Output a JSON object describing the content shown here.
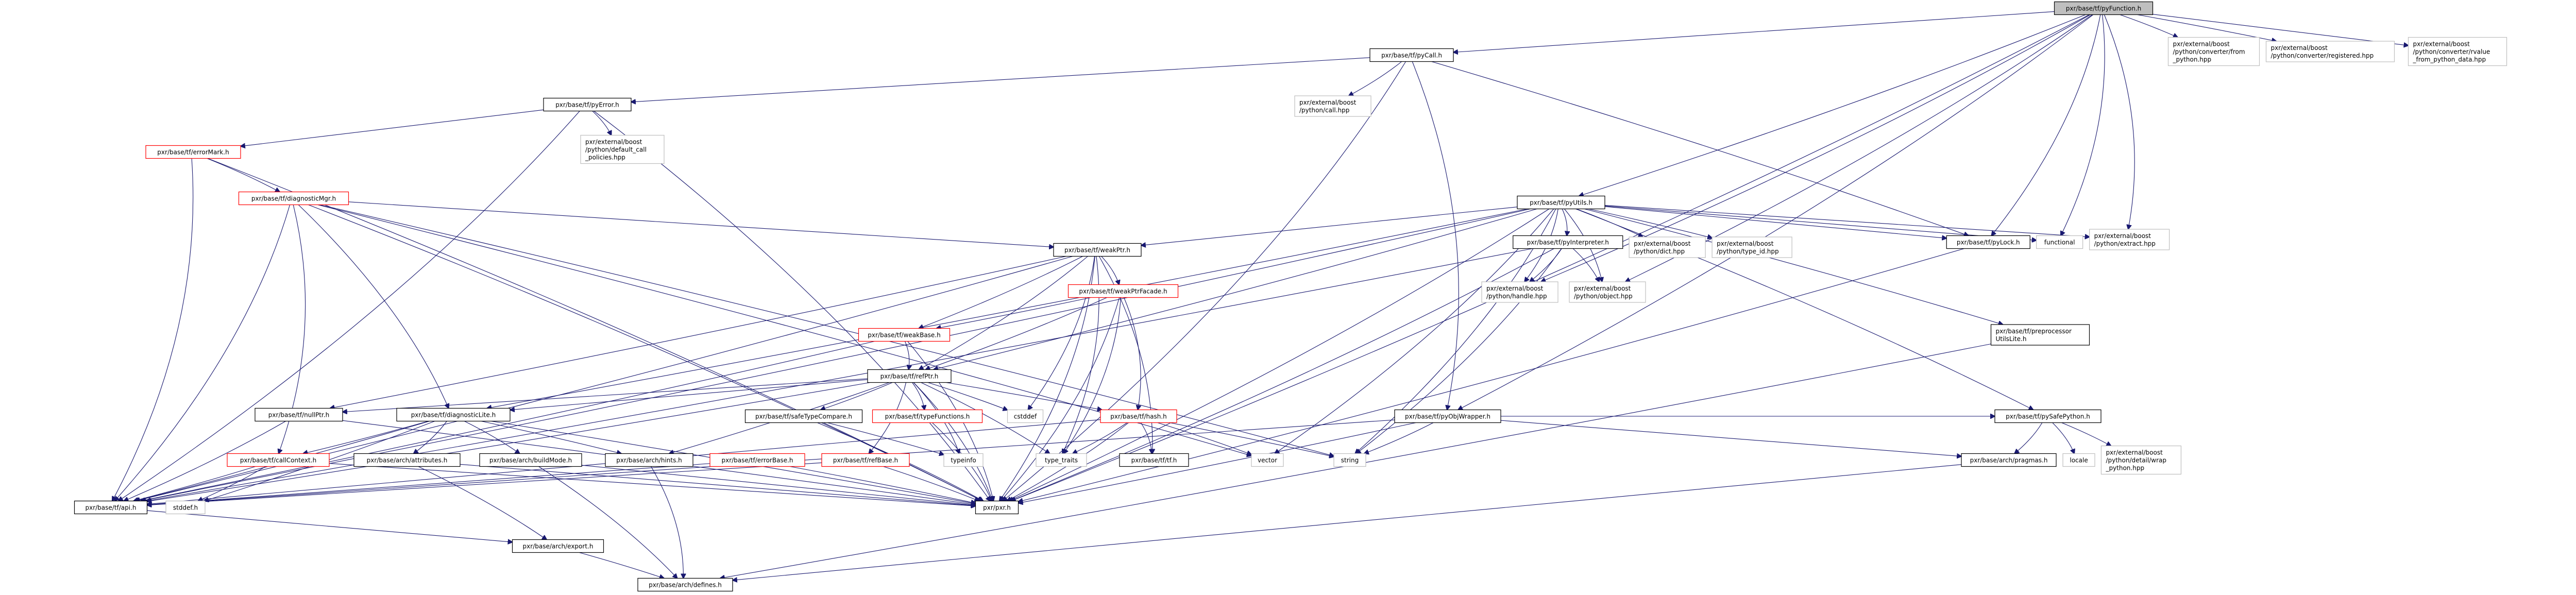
{
  "title": "pxr/base/tf/pyFunction.h include dependency graph",
  "colors": {
    "edge": "#191970",
    "root_fill": "#bfbfbf",
    "documented_border": "#000000",
    "undocumented_border": "#ff0000",
    "external_border": "#bfbfbf"
  },
  "nodes": [
    {
      "id": "pyFunction",
      "label": [
        "pxr/base/tf/pyFunction.h"
      ],
      "kind": "root"
    },
    {
      "id": "pyCall",
      "label": [
        "pxr/base/tf/pyCall.h"
      ],
      "kind": "doc"
    },
    {
      "id": "pyError",
      "label": [
        "pxr/base/tf/pyError.h"
      ],
      "kind": "doc"
    },
    {
      "id": "callhpp",
      "label": [
        "pxr/external/boost",
        "/python/call.hpp"
      ],
      "kind": "ext"
    },
    {
      "id": "defcall",
      "label": [
        "pxr/external/boost",
        "/python/default_call",
        "_policies.hpp"
      ],
      "kind": "ext"
    },
    {
      "id": "errorMark",
      "label": [
        "pxr/base/tf/errorMark.h"
      ],
      "kind": "red"
    },
    {
      "id": "diagMgr",
      "label": [
        "pxr/base/tf/diagnosticMgr.h"
      ],
      "kind": "red"
    },
    {
      "id": "pyUtils",
      "label": [
        "pxr/base/tf/pyUtils.h"
      ],
      "kind": "doc"
    },
    {
      "id": "weakPtr",
      "label": [
        "pxr/base/tf/weakPtr.h"
      ],
      "kind": "doc"
    },
    {
      "id": "pyInterp",
      "label": [
        "pxr/base/tf/pyInterpreter.h"
      ],
      "kind": "doc"
    },
    {
      "id": "dict",
      "label": [
        "pxr/external/boost",
        "/python/dict.hpp"
      ],
      "kind": "ext"
    },
    {
      "id": "typeid",
      "label": [
        "pxr/external/boost",
        "/python/type_id.hpp"
      ],
      "kind": "ext"
    },
    {
      "id": "pyLock",
      "label": [
        "pxr/base/tf/pyLock.h"
      ],
      "kind": "doc"
    },
    {
      "id": "functional",
      "label": [
        "functional"
      ],
      "kind": "ext"
    },
    {
      "id": "extract",
      "label": [
        "pxr/external/boost",
        "/python/extract.hpp"
      ],
      "kind": "ext"
    },
    {
      "id": "fromPy",
      "label": [
        "pxr/external/boost",
        "/python/converter/from",
        "_python.hpp"
      ],
      "kind": "ext"
    },
    {
      "id": "registered",
      "label": [
        "pxr/external/boost",
        "/python/converter/registered.hpp"
      ],
      "kind": "ext"
    },
    {
      "id": "rvalue",
      "label": [
        "pxr/external/boost",
        "/python/converter/rvalue",
        "_from_python_data.hpp"
      ],
      "kind": "ext"
    },
    {
      "id": "handle",
      "label": [
        "pxr/external/boost",
        "/python/handle.hpp"
      ],
      "kind": "ext"
    },
    {
      "id": "object",
      "label": [
        "pxr/external/boost",
        "/python/object.hpp"
      ],
      "kind": "ext"
    },
    {
      "id": "ppUtils",
      "label": [
        "pxr/base/tf/preprocessor",
        "UtilsLite.h"
      ],
      "kind": "doc"
    },
    {
      "id": "wpFacade",
      "label": [
        "pxr/base/tf/weakPtrFacade.h"
      ],
      "kind": "red"
    },
    {
      "id": "weakBase",
      "label": [
        "pxr/base/tf/weakBase.h"
      ],
      "kind": "red"
    },
    {
      "id": "refPtr",
      "label": [
        "pxr/base/tf/refPtr.h"
      ],
      "kind": "doc"
    },
    {
      "id": "nullPtr",
      "label": [
        "pxr/base/tf/nullPtr.h"
      ],
      "kind": "doc"
    },
    {
      "id": "diagLite",
      "label": [
        "pxr/base/tf/diagnosticLite.h"
      ],
      "kind": "doc"
    },
    {
      "id": "safeType",
      "label": [
        "pxr/base/tf/safeTypeCompare.h"
      ],
      "kind": "doc"
    },
    {
      "id": "typeFn",
      "label": [
        "pxr/base/tf/typeFunctions.h"
      ],
      "kind": "red"
    },
    {
      "id": "cstddef",
      "label": [
        "cstddef"
      ],
      "kind": "ext"
    },
    {
      "id": "hash",
      "label": [
        "pxr/base/tf/hash.h"
      ],
      "kind": "red"
    },
    {
      "id": "pyObjWrap",
      "label": [
        "pxr/base/tf/pyObjWrapper.h"
      ],
      "kind": "doc"
    },
    {
      "id": "pySafePy",
      "label": [
        "pxr/base/tf/pySafePython.h"
      ],
      "kind": "doc"
    },
    {
      "id": "callCtx",
      "label": [
        "pxr/base/tf/callContext.h"
      ],
      "kind": "red"
    },
    {
      "id": "attrs",
      "label": [
        "pxr/base/arch/attributes.h"
      ],
      "kind": "doc"
    },
    {
      "id": "buildMode",
      "label": [
        "pxr/base/arch/buildMode.h"
      ],
      "kind": "doc"
    },
    {
      "id": "hints",
      "label": [
        "pxr/base/arch/hints.h"
      ],
      "kind": "doc"
    },
    {
      "id": "errorBase",
      "label": [
        "pxr/base/tf/errorBase.h"
      ],
      "kind": "red"
    },
    {
      "id": "refBase",
      "label": [
        "pxr/base/tf/refBase.h"
      ],
      "kind": "red"
    },
    {
      "id": "typeinfo",
      "label": [
        "typeinfo"
      ],
      "kind": "ext"
    },
    {
      "id": "typetraits",
      "label": [
        "type_traits"
      ],
      "kind": "ext"
    },
    {
      "id": "tf",
      "label": [
        "pxr/base/tf/tf.h"
      ],
      "kind": "doc"
    },
    {
      "id": "vector",
      "label": [
        "vector"
      ],
      "kind": "ext"
    },
    {
      "id": "string",
      "label": [
        "string"
      ],
      "kind": "ext"
    },
    {
      "id": "pragmas",
      "label": [
        "pxr/base/arch/pragmas.h"
      ],
      "kind": "doc"
    },
    {
      "id": "locale",
      "label": [
        "locale"
      ],
      "kind": "ext"
    },
    {
      "id": "wrapPy",
      "label": [
        "pxr/external/boost",
        "/python/detail/wrap",
        "_python.hpp"
      ],
      "kind": "ext"
    },
    {
      "id": "api",
      "label": [
        "pxr/base/tf/api.h"
      ],
      "kind": "doc"
    },
    {
      "id": "stddef",
      "label": [
        "stddef.h"
      ],
      "kind": "ext"
    },
    {
      "id": "pxr",
      "label": [
        "pxr/pxr.h"
      ],
      "kind": "doc"
    },
    {
      "id": "export",
      "label": [
        "pxr/base/arch/export.h"
      ],
      "kind": "doc"
    },
    {
      "id": "defines",
      "label": [
        "pxr/base/arch/defines.h"
      ],
      "kind": "doc"
    }
  ],
  "edges": [
    [
      "pyFunction",
      "pyCall"
    ],
    [
      "pyFunction",
      "pyUtils"
    ],
    [
      "pyFunction",
      "pyLock"
    ],
    [
      "pyFunction",
      "pyObjWrap"
    ],
    [
      "pyFunction",
      "pxr"
    ],
    [
      "pyFunction",
      "functional"
    ],
    [
      "pyFunction",
      "extract"
    ],
    [
      "pyFunction",
      "object"
    ],
    [
      "pyFunction",
      "handle"
    ],
    [
      "pyFunction",
      "fromPy"
    ],
    [
      "pyFunction",
      "registered"
    ],
    [
      "pyFunction",
      "rvalue"
    ],
    [
      "pyCall",
      "pyError"
    ],
    [
      "pyCall",
      "callhpp"
    ],
    [
      "pyCall",
      "pyObjWrap"
    ],
    [
      "pyCall",
      "pyLock"
    ],
    [
      "pyCall",
      "pxr"
    ],
    [
      "pyError",
      "errorMark"
    ],
    [
      "pyError",
      "defcall"
    ],
    [
      "pyError",
      "api"
    ],
    [
      "pyError",
      "pxr"
    ],
    [
      "errorMark",
      "diagMgr"
    ],
    [
      "errorMark",
      "api"
    ],
    [
      "errorMark",
      "pxr"
    ],
    [
      "diagMgr",
      "weakPtr"
    ],
    [
      "diagMgr",
      "diagLite"
    ],
    [
      "diagMgr",
      "callCtx"
    ],
    [
      "diagMgr",
      "api"
    ],
    [
      "diagMgr",
      "string"
    ],
    [
      "diagMgr",
      "vector"
    ],
    [
      "diagMgr",
      "pxr"
    ],
    [
      "pyUtils",
      "weakPtr"
    ],
    [
      "pyUtils",
      "pyInterp"
    ],
    [
      "pyUtils",
      "dict"
    ],
    [
      "pyUtils",
      "typeid"
    ],
    [
      "pyUtils",
      "pyLock"
    ],
    [
      "pyUtils",
      "functional"
    ],
    [
      "pyUtils",
      "extract"
    ],
    [
      "pyUtils",
      "handle"
    ],
    [
      "pyUtils",
      "object"
    ],
    [
      "pyUtils",
      "ppUtils"
    ],
    [
      "pyUtils",
      "refPtr"
    ],
    [
      "pyUtils",
      "diagLite"
    ],
    [
      "pyUtils",
      "api"
    ],
    [
      "pyUtils",
      "pySafePy"
    ],
    [
      "pyUtils",
      "string"
    ],
    [
      "pyUtils",
      "vector"
    ],
    [
      "pyUtils",
      "pxr"
    ],
    [
      "weakPtr",
      "wpFacade"
    ],
    [
      "weakPtr",
      "weakBase"
    ],
    [
      "weakPtr",
      "refPtr"
    ],
    [
      "weakPtr",
      "nullPtr"
    ],
    [
      "weakPtr",
      "cstddef"
    ],
    [
      "weakPtr",
      "typetraits"
    ],
    [
      "weakPtr",
      "tf"
    ],
    [
      "weakPtr",
      "pxr"
    ],
    [
      "weakPtr",
      "api"
    ],
    [
      "pyInterp",
      "handle"
    ],
    [
      "pyInterp",
      "object"
    ],
    [
      "pyInterp",
      "api"
    ],
    [
      "pyInterp",
      "string"
    ],
    [
      "pyInterp",
      "pxr"
    ],
    [
      "pyLock",
      "pxr"
    ],
    [
      "ppUtils",
      "defines"
    ],
    [
      "wpFacade",
      "weakBase"
    ],
    [
      "wpFacade",
      "refPtr"
    ],
    [
      "wpFacade",
      "hash"
    ],
    [
      "wpFacade",
      "typetraits"
    ],
    [
      "wpFacade",
      "pxr"
    ],
    [
      "weakBase",
      "refPtr"
    ],
    [
      "weakBase",
      "api"
    ],
    [
      "weakBase",
      "pxr"
    ],
    [
      "refPtr",
      "nullPtr"
    ],
    [
      "refPtr",
      "diagLite"
    ],
    [
      "refPtr",
      "safeType"
    ],
    [
      "refPtr",
      "typeFn"
    ],
    [
      "refPtr",
      "cstddef"
    ],
    [
      "refPtr",
      "hash"
    ],
    [
      "refPtr",
      "refBase"
    ],
    [
      "refPtr",
      "typeinfo"
    ],
    [
      "refPtr",
      "typetraits"
    ],
    [
      "refPtr",
      "hints"
    ],
    [
      "refPtr",
      "api"
    ],
    [
      "refPtr",
      "pxr"
    ],
    [
      "nullPtr",
      "api"
    ],
    [
      "nullPtr",
      "pxr"
    ],
    [
      "diagLite",
      "callCtx"
    ],
    [
      "diagLite",
      "attrs"
    ],
    [
      "diagLite",
      "buildMode"
    ],
    [
      "diagLite",
      "hints"
    ],
    [
      "diagLite",
      "stddef"
    ],
    [
      "diagLite",
      "api"
    ],
    [
      "diagLite",
      "pxr"
    ],
    [
      "safeType",
      "typeinfo"
    ],
    [
      "safeType",
      "pxr"
    ],
    [
      "typeFn",
      "pxr"
    ],
    [
      "hash",
      "typetraits"
    ],
    [
      "hash",
      "tf"
    ],
    [
      "hash",
      "vector"
    ],
    [
      "hash",
      "string"
    ],
    [
      "hash",
      "pxr"
    ],
    [
      "hash",
      "api"
    ],
    [
      "pyObjWrap",
      "pySafePy"
    ],
    [
      "pyObjWrap",
      "pragmas"
    ],
    [
      "pyObjWrap",
      "api"
    ],
    [
      "pyObjWrap",
      "pxr"
    ],
    [
      "pyObjWrap",
      "string"
    ],
    [
      "pySafePy",
      "pragmas"
    ],
    [
      "pySafePy",
      "locale"
    ],
    [
      "pySafePy",
      "wrapPy"
    ],
    [
      "callCtx",
      "stddef"
    ],
    [
      "callCtx",
      "api"
    ],
    [
      "callCtx",
      "pxr"
    ],
    [
      "attrs",
      "export"
    ],
    [
      "attrs",
      "pxr"
    ],
    [
      "buildMode",
      "defines"
    ],
    [
      "buildMode",
      "pxr"
    ],
    [
      "hints",
      "defines"
    ],
    [
      "errorBase",
      "api"
    ],
    [
      "errorBase",
      "pxr"
    ],
    [
      "refBase",
      "api"
    ],
    [
      "refBase",
      "pxr"
    ],
    [
      "pragmas",
      "defines"
    ],
    [
      "api",
      "export"
    ],
    [
      "export",
      "defines"
    ]
  ]
}
